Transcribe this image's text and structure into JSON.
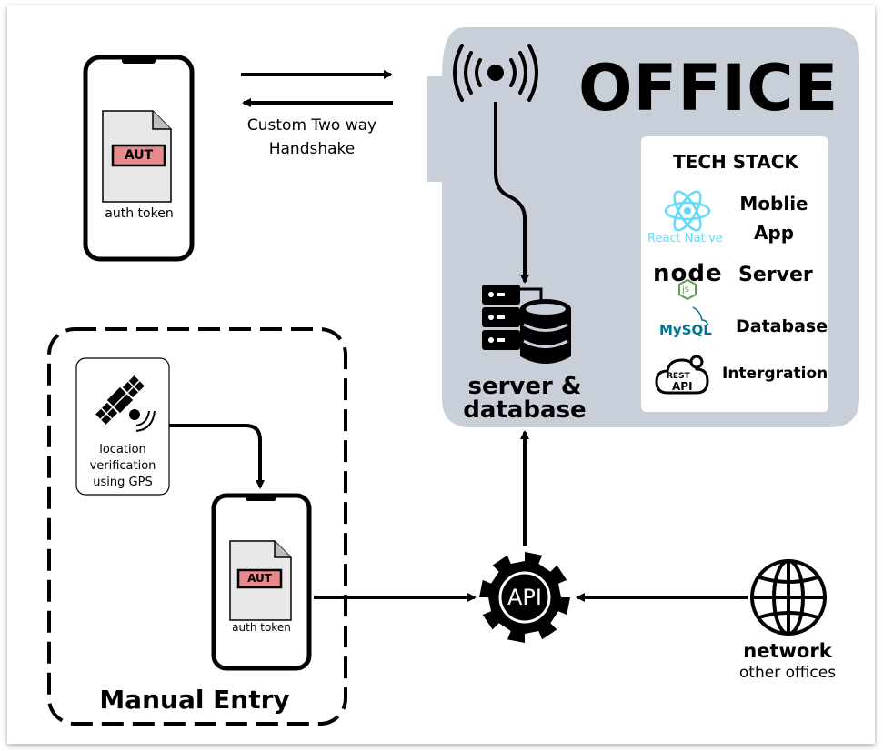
{
  "phone_top": {
    "badge": "AUT",
    "caption": "auth token"
  },
  "handshake": {
    "line1": "Custom Two way",
    "line2": "Handshake"
  },
  "office": {
    "title": "OFFICE",
    "server_label_1": "server &",
    "server_label_2": "database",
    "tech_stack": {
      "heading": "TECH STACK",
      "items": [
        {
          "logo": "react-native-logo",
          "logo_text": "React Native",
          "label_1": "Moblie",
          "label_2": "App"
        },
        {
          "logo": "nodejs-logo",
          "logo_text": "node",
          "logo_sub": "js",
          "label_1": "Server"
        },
        {
          "logo": "mysql-logo",
          "logo_text": "MySQL",
          "label_1": "Database"
        },
        {
          "logo": "rest-api-logo",
          "logo_text": "REST",
          "logo_sub": "API",
          "label_1": "Intergration"
        }
      ]
    }
  },
  "manual_entry": {
    "title": "Manual Entry",
    "gps_line1": "location",
    "gps_line2": "verification",
    "gps_line3": "using GPS",
    "phone_badge": "AUT",
    "phone_caption": "auth token"
  },
  "api": {
    "label": "API"
  },
  "network": {
    "label": "network",
    "sublabel": "other offices"
  },
  "colors": {
    "office_bg": "#c9cfd9",
    "badge_fill": "#e8898c",
    "doc_fill": "#e8e8e8",
    "react_blue": "#61dafb",
    "node_green": "#5fa04e",
    "mysql_blue": "#00758f",
    "mysql_orange": "#f29111"
  }
}
